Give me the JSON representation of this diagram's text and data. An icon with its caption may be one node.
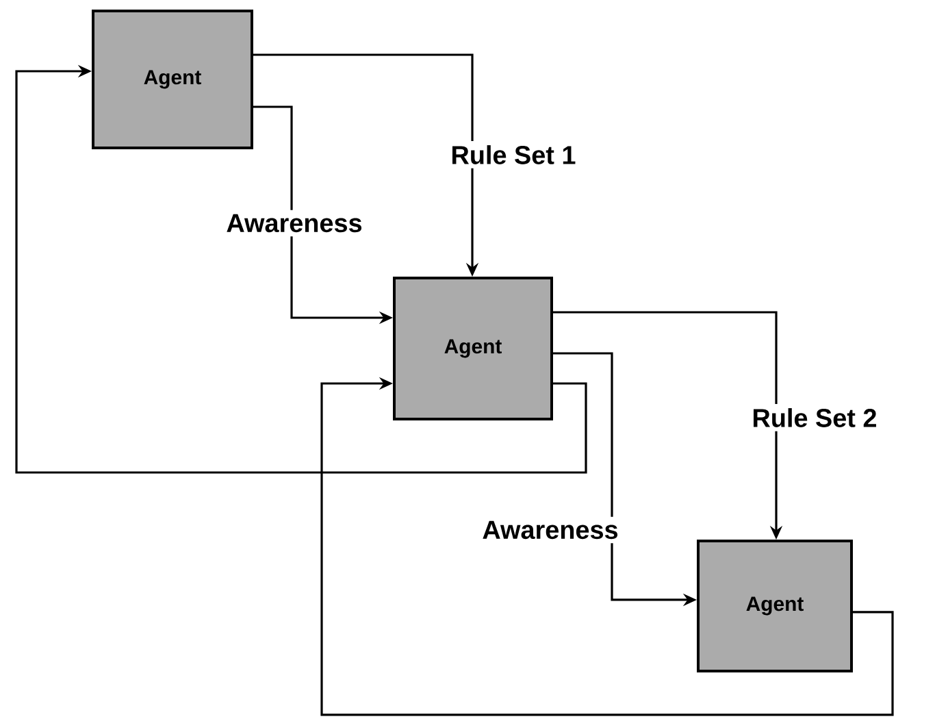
{
  "diagram": {
    "nodes": [
      {
        "text": [
          "Agent"
        ]
      },
      {
        "text": [
          "Agent"
        ]
      },
      {
        "text": [
          "Agent"
        ]
      }
    ],
    "edges": [
      {
        "from": 0,
        "to": 1,
        "arrow": "to",
        "label": "Rule Set  1"
      },
      {
        "from": 0,
        "to": 1,
        "arrow": "to",
        "label": "Awareness"
      },
      {
        "from": 1,
        "to": 2,
        "arrow": "to",
        "label": "Rule Set  2"
      },
      {
        "from": 1,
        "to": 2,
        "arrow": "to",
        "label": "Awareness"
      },
      {
        "from": 1,
        "to": 0,
        "arrow": "to"
      },
      {
        "from": 2,
        "to": 1,
        "arrow": "to"
      }
    ]
  }
}
